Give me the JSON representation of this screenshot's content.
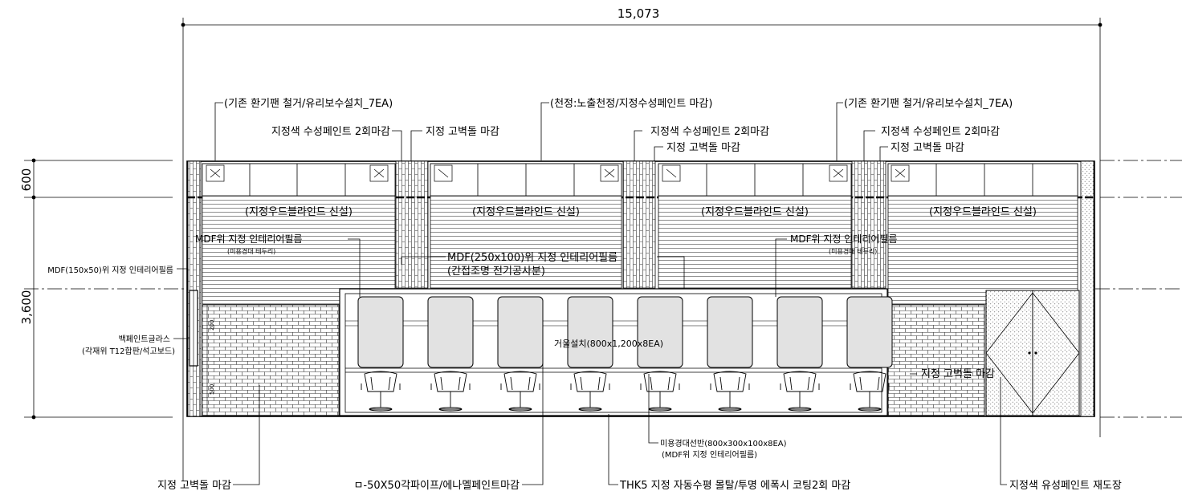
{
  "dimensions": {
    "overall_width": "15,073",
    "upper_height": "600",
    "main_height": "3,600"
  },
  "annotations": {
    "fan_left": "(기존 환기팬 철거/유리보수설치_7EA)",
    "ceiling": "(천정:노출천정/지정수성페인트 마감)",
    "fan_right": "(기존 환기팬 철거/유리보수설치_7EA)",
    "paint_left": "지정색 수성페인트 2회마감",
    "stone_left": "지정 고벽돌 마감",
    "paint_mid": "지정색 수성페인트 2회마감",
    "stone_mid": "지정 고벽돌 마감",
    "paint_right": "지정색 수성페인트 2회마감",
    "stone_right": "지정 고벽돌 마감",
    "blind": "(지정우드블라인드 신설)",
    "film_left": "MDF위 지정 인테리어필름",
    "film_left_sub": "(미용경대 테두리)",
    "film_mid": "MDF(250x100)위 지정 인테리어필름",
    "film_mid_sub": "(간접조명 전기공사분)",
    "film_right": "MDF위 지정 인테리어필름",
    "film_right_sub": "(미용경대 테두리)",
    "mdf_side": "MDF(150x50)위 지정 인테리어필름",
    "glass": "백페인트글라스",
    "glass_sub": "(각재위 T12합판/석고보드)",
    "mirror": "거울설치(800x1,200x8EA)",
    "stone_inner": "지정 고벽돌 마감",
    "shelf": "미용경대선반(800x300x100x8EA)",
    "shelf_sub": "(MDF위 지정 인테리어필름)",
    "bottom_stone": "지정 고벽돌 마감",
    "bottom_pipe": "ㅁ-50X50각파이프/에나멜페인트마감",
    "bottom_floor": "THK5 지정 자동수평 몰탈/투명 에폭시 코팅2회 마감",
    "bottom_paint": "지정색 유성페인트 재도장"
  },
  "small_dims": [
    "200",
    "500"
  ],
  "mirror_count": 8,
  "window_panels": 4
}
